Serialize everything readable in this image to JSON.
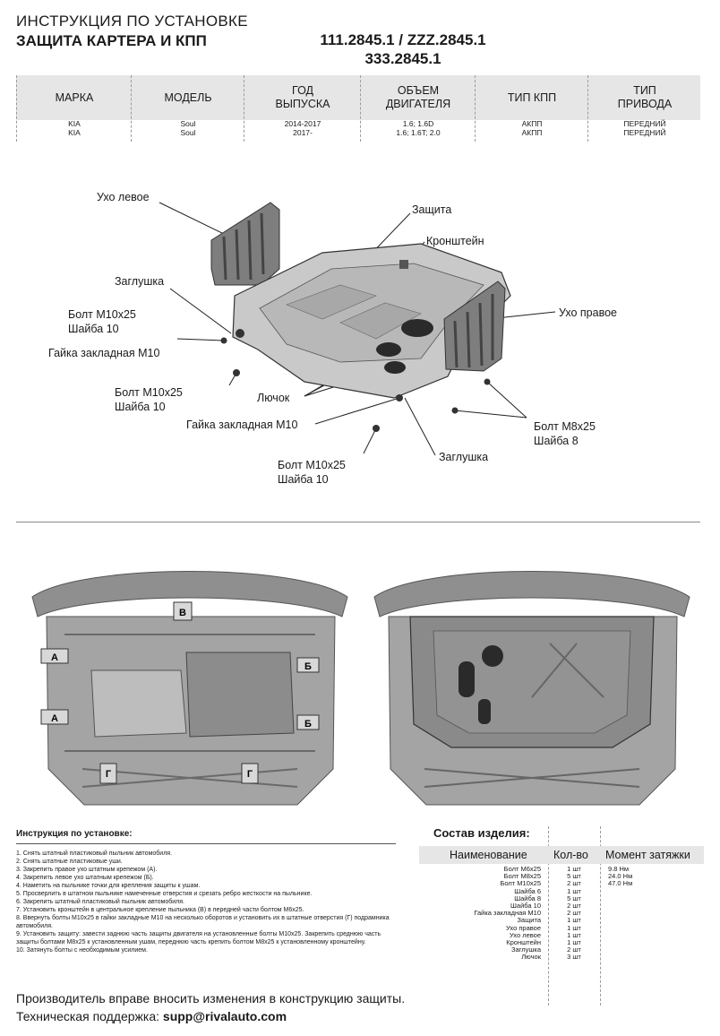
{
  "header": {
    "title_line1": "ИНСТРУКЦИЯ ПО УСТАНОВКЕ",
    "title_line2": "ЗАЩИТА КАРТЕРА И КПП",
    "codes_line1": "111.2845.1 / ZZZ.2845.1",
    "codes_line2": "333.2845.1"
  },
  "spec_table": {
    "columns": [
      {
        "header": "МАРКА",
        "values": [
          "KIA",
          "KIA"
        ]
      },
      {
        "header": "МОДЕЛЬ",
        "values": [
          "Soul",
          "Soul"
        ]
      },
      {
        "header": "ГОД ВЫПУСКА",
        "values": [
          "2014-2017",
          "2017-"
        ]
      },
      {
        "header": "ОБЪЕМ ДВИГАТЕЛЯ",
        "values": [
          "1.6; 1.6D",
          "1.6; 1.6T; 2.0"
        ]
      },
      {
        "header": "ТИП КПП",
        "values": [
          "АКПП",
          "АКПП"
        ]
      },
      {
        "header": "ТИП ПРИВОДА",
        "values": [
          "ПЕРЕДНИЙ",
          "ПЕРЕДНИЙ"
        ]
      }
    ]
  },
  "callouts": {
    "ear_left": "Ухо левое",
    "guard": "Защита",
    "bracket": "Кронштейн",
    "plug_top": "Заглушка",
    "bolt_m10_1": "Болт М10х25",
    "washer_10_1": "Шайба 10",
    "nut_m10_1": "Гайка закладная М10",
    "ear_right": "Ухо правое",
    "bolt_m10_2": "Болт М10х25",
    "washer_10_2": "Шайба 10",
    "hatch": "Лючок",
    "nut_m10_2": "Гайка закладная М10",
    "bolt_m8": "Болт М8х25",
    "washer_8": "Шайба 8",
    "plug_bottom": "Заглушка",
    "bolt_m10_3": "Болт М10х25",
    "washer_10_3": "Шайба 10"
  },
  "photo_labels": {
    "a_top": "А",
    "a_bottom": "А",
    "b_top": "Б",
    "b_bottom": "Б",
    "v": "В",
    "g_left": "Г",
    "g_right": "Г"
  },
  "instructions": {
    "title": "Инструкция по установке:",
    "steps": [
      "1. Снять штатный пластиковый пыльник автомобиля.",
      "2. Снять штатные пластиковые уши.",
      "3. Закрепить правое ухо штатным крепежом (А).",
      "4. Закрепить левое ухо штатным крепежом (Б).",
      "4. Наметить на пыльнике точки для крепления защиты к ушам.",
      "5. Просверлить в штатном пыльнике намеченные отверстия и срезать ребро жесткости на пыльнике.",
      "6. Закрепить штатный пластиковый пыльник автомобиля.",
      "7. Установить кронштейн в центральное крепление пыльника (В) в передней части болтом М6х25.",
      "8. Ввернуть болты М10х25 в гайки закладные М10 на несколько оборотов и установить их в штатные отверстия (Г) подрамника автомобиля.",
      "9. Установить защиту: завести заднюю часть защиты двигателя на установленные болты М10х25. Закрепить среднюю часть защиты болтами М8х25 к установленным ушам, переднюю часть крепить болтом М8х25 к установленному кронштейну.",
      "10. Затянуть болты с необходимым усилием."
    ]
  },
  "composition": {
    "title": "Состав изделия:",
    "headers": {
      "name": "Наименование",
      "qty": "Кол-во",
      "torque": "Момент затяжки"
    },
    "rows": [
      {
        "name": "Болт М6х25",
        "qty": "1 шт",
        "torque": "9.8 Нм"
      },
      {
        "name": "Болт М8х25",
        "qty": "5 шт",
        "torque": "24.0 Нм"
      },
      {
        "name": "Болт М10х25",
        "qty": "2 шт",
        "torque": "47.0 Нм"
      },
      {
        "name": "Шайба 6",
        "qty": "1 шт",
        "torque": ""
      },
      {
        "name": "Шайба 8",
        "qty": "5 шт",
        "torque": ""
      },
      {
        "name": "Шайба 10",
        "qty": "2 шт",
        "torque": ""
      },
      {
        "name": "Гайка закладная М10",
        "qty": "2 шт",
        "torque": ""
      },
      {
        "name": "Защита",
        "qty": "1 шт",
        "torque": ""
      },
      {
        "name": "Ухо правое",
        "qty": "1 шт",
        "torque": ""
      },
      {
        "name": "Ухо левое",
        "qty": "1 шт",
        "torque": ""
      },
      {
        "name": "Кронштейн",
        "qty": "1 шт",
        "torque": ""
      },
      {
        "name": "Заглушка",
        "qty": "2 шт",
        "torque": ""
      },
      {
        "name": "Лючок",
        "qty": "3 шт",
        "torque": ""
      }
    ]
  },
  "footer": {
    "notice": "Производитель вправе вносить изменения в конструкцию защиты.",
    "support_label": "Техническая поддержка:",
    "support_email": "supp@rivalauto.com"
  }
}
